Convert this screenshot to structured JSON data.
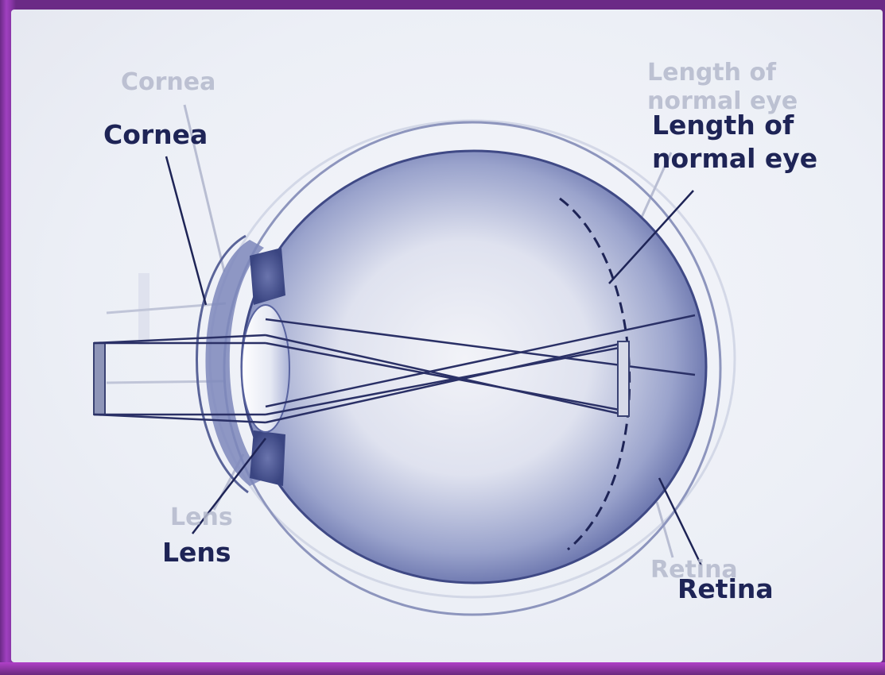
{
  "labels": {
    "cornea": "Cornea",
    "lens": "Lens",
    "length_line1": "Length of",
    "length_line2": "normal eye",
    "retina": "Retina"
  },
  "ghost_labels": {
    "cornea": "Cornea",
    "lens": "Lens",
    "length_line1": "Length of",
    "length_line2": "normal eye",
    "retina": "Retina"
  },
  "colors": {
    "frame": "#a040c0",
    "label_text": "#1e2456",
    "eye_blue": "#5a6aa8",
    "background": "#eef0f6"
  }
}
